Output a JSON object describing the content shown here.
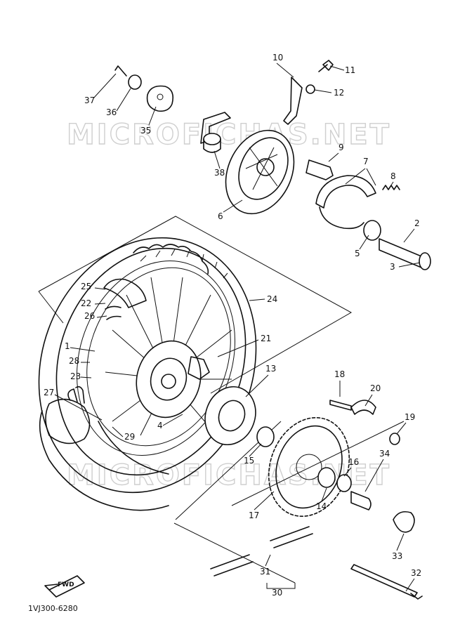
{
  "watermark": {
    "text": "MICROFICHAS.NET",
    "color": "#cfcfcf"
  },
  "footer_code": "1VJ300-6280",
  "fwd_label": "FWD",
  "callouts": [
    {
      "id": "c1",
      "label": "1"
    },
    {
      "id": "c2",
      "label": "2"
    },
    {
      "id": "c3",
      "label": "3"
    },
    {
      "id": "c4",
      "label": "4"
    },
    {
      "id": "c5",
      "label": "5"
    },
    {
      "id": "c6",
      "label": "6"
    },
    {
      "id": "c7",
      "label": "7"
    },
    {
      "id": "c8",
      "label": "8"
    },
    {
      "id": "c9",
      "label": "9"
    },
    {
      "id": "c10",
      "label": "10"
    },
    {
      "id": "c11",
      "label": "11"
    },
    {
      "id": "c12",
      "label": "12"
    },
    {
      "id": "c13",
      "label": "13"
    },
    {
      "id": "c14",
      "label": "14"
    },
    {
      "id": "c15",
      "label": "15"
    },
    {
      "id": "c16",
      "label": "16"
    },
    {
      "id": "c17",
      "label": "17"
    },
    {
      "id": "c18",
      "label": "18"
    },
    {
      "id": "c19",
      "label": "19"
    },
    {
      "id": "c20",
      "label": "20"
    },
    {
      "id": "c21",
      "label": "21"
    },
    {
      "id": "c22",
      "label": "22"
    },
    {
      "id": "c23",
      "label": "23"
    },
    {
      "id": "c24",
      "label": "24"
    },
    {
      "id": "c25",
      "label": "25"
    },
    {
      "id": "c26",
      "label": "26"
    },
    {
      "id": "c27",
      "label": "27"
    },
    {
      "id": "c28",
      "label": "28"
    },
    {
      "id": "c29",
      "label": "29"
    },
    {
      "id": "c30",
      "label": "30"
    },
    {
      "id": "c31",
      "label": "31"
    },
    {
      "id": "c32",
      "label": "32"
    },
    {
      "id": "c33",
      "label": "33"
    },
    {
      "id": "c34",
      "label": "34"
    },
    {
      "id": "c35",
      "label": "35"
    },
    {
      "id": "c36",
      "label": "36"
    },
    {
      "id": "c37",
      "label": "37"
    },
    {
      "id": "c38",
      "label": "38"
    }
  ]
}
